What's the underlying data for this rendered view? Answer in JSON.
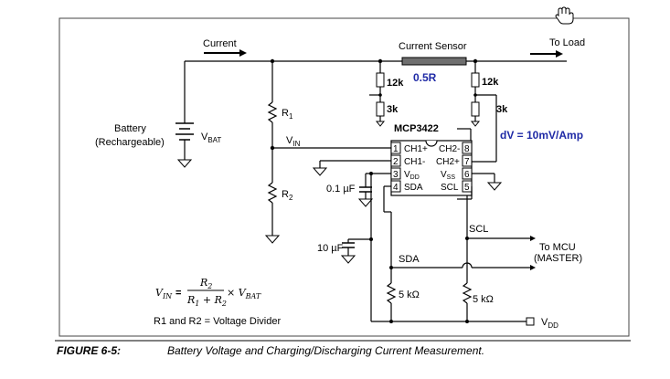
{
  "labels": {
    "current": "Current",
    "current_sensor": "Current Sensor",
    "to_load": "To Load",
    "shunt_value": "0.5R",
    "r12k_left": "12k",
    "r12k_right": "12k",
    "r3k_left": "3k",
    "r3k_right": "3k",
    "chip": "MCP3422",
    "dv_note": "dV = 10mV/Amp",
    "battery": "Battery",
    "battery_sub": "(Rechargeable)",
    "vbat_main": "V",
    "vbat_sub": "BAT",
    "r1_main": "R",
    "r1_sub": "1",
    "r2_main": "R",
    "r2_sub": "2",
    "vin_main": "V",
    "vin_sub": "IN",
    "cap_01": "0.1 µF",
    "cap_10": "10 µF",
    "scl": "SCL",
    "sda": "SDA",
    "to_mcu": "To MCU",
    "master": "(MASTER)",
    "r5k_left": "5 kΩ",
    "r5k_right": "5 kΩ",
    "vdd_main": "V",
    "vdd_sub": "DD",
    "divider_note": "R1 and R2 = Voltage Divider",
    "formula_lhs_main": "V",
    "formula_lhs_sub": "IN",
    "formula_eq": "=",
    "formula_num": "R2",
    "formula_den": "R1 + R2",
    "formula_times": "× V",
    "formula_times_sub": "BAT"
  },
  "pins": [
    {
      "num": "1",
      "name": "CH1+"
    },
    {
      "num": "2",
      "name": "CH1-"
    },
    {
      "num": "3",
      "name": "VDD"
    },
    {
      "num": "4",
      "name": "SDA"
    },
    {
      "num": "8",
      "name": "CH2-"
    },
    {
      "num": "7",
      "name": "CH2+"
    },
    {
      "num": "6",
      "name": "VSS"
    },
    {
      "num": "5",
      "name": "SCL"
    }
  ],
  "caption": {
    "figure": "FIGURE 6-5:",
    "text": "Battery Voltage and Charging/Discharging Current Measurement."
  },
  "icons": {
    "cursor": "hand-cursor-icon"
  }
}
